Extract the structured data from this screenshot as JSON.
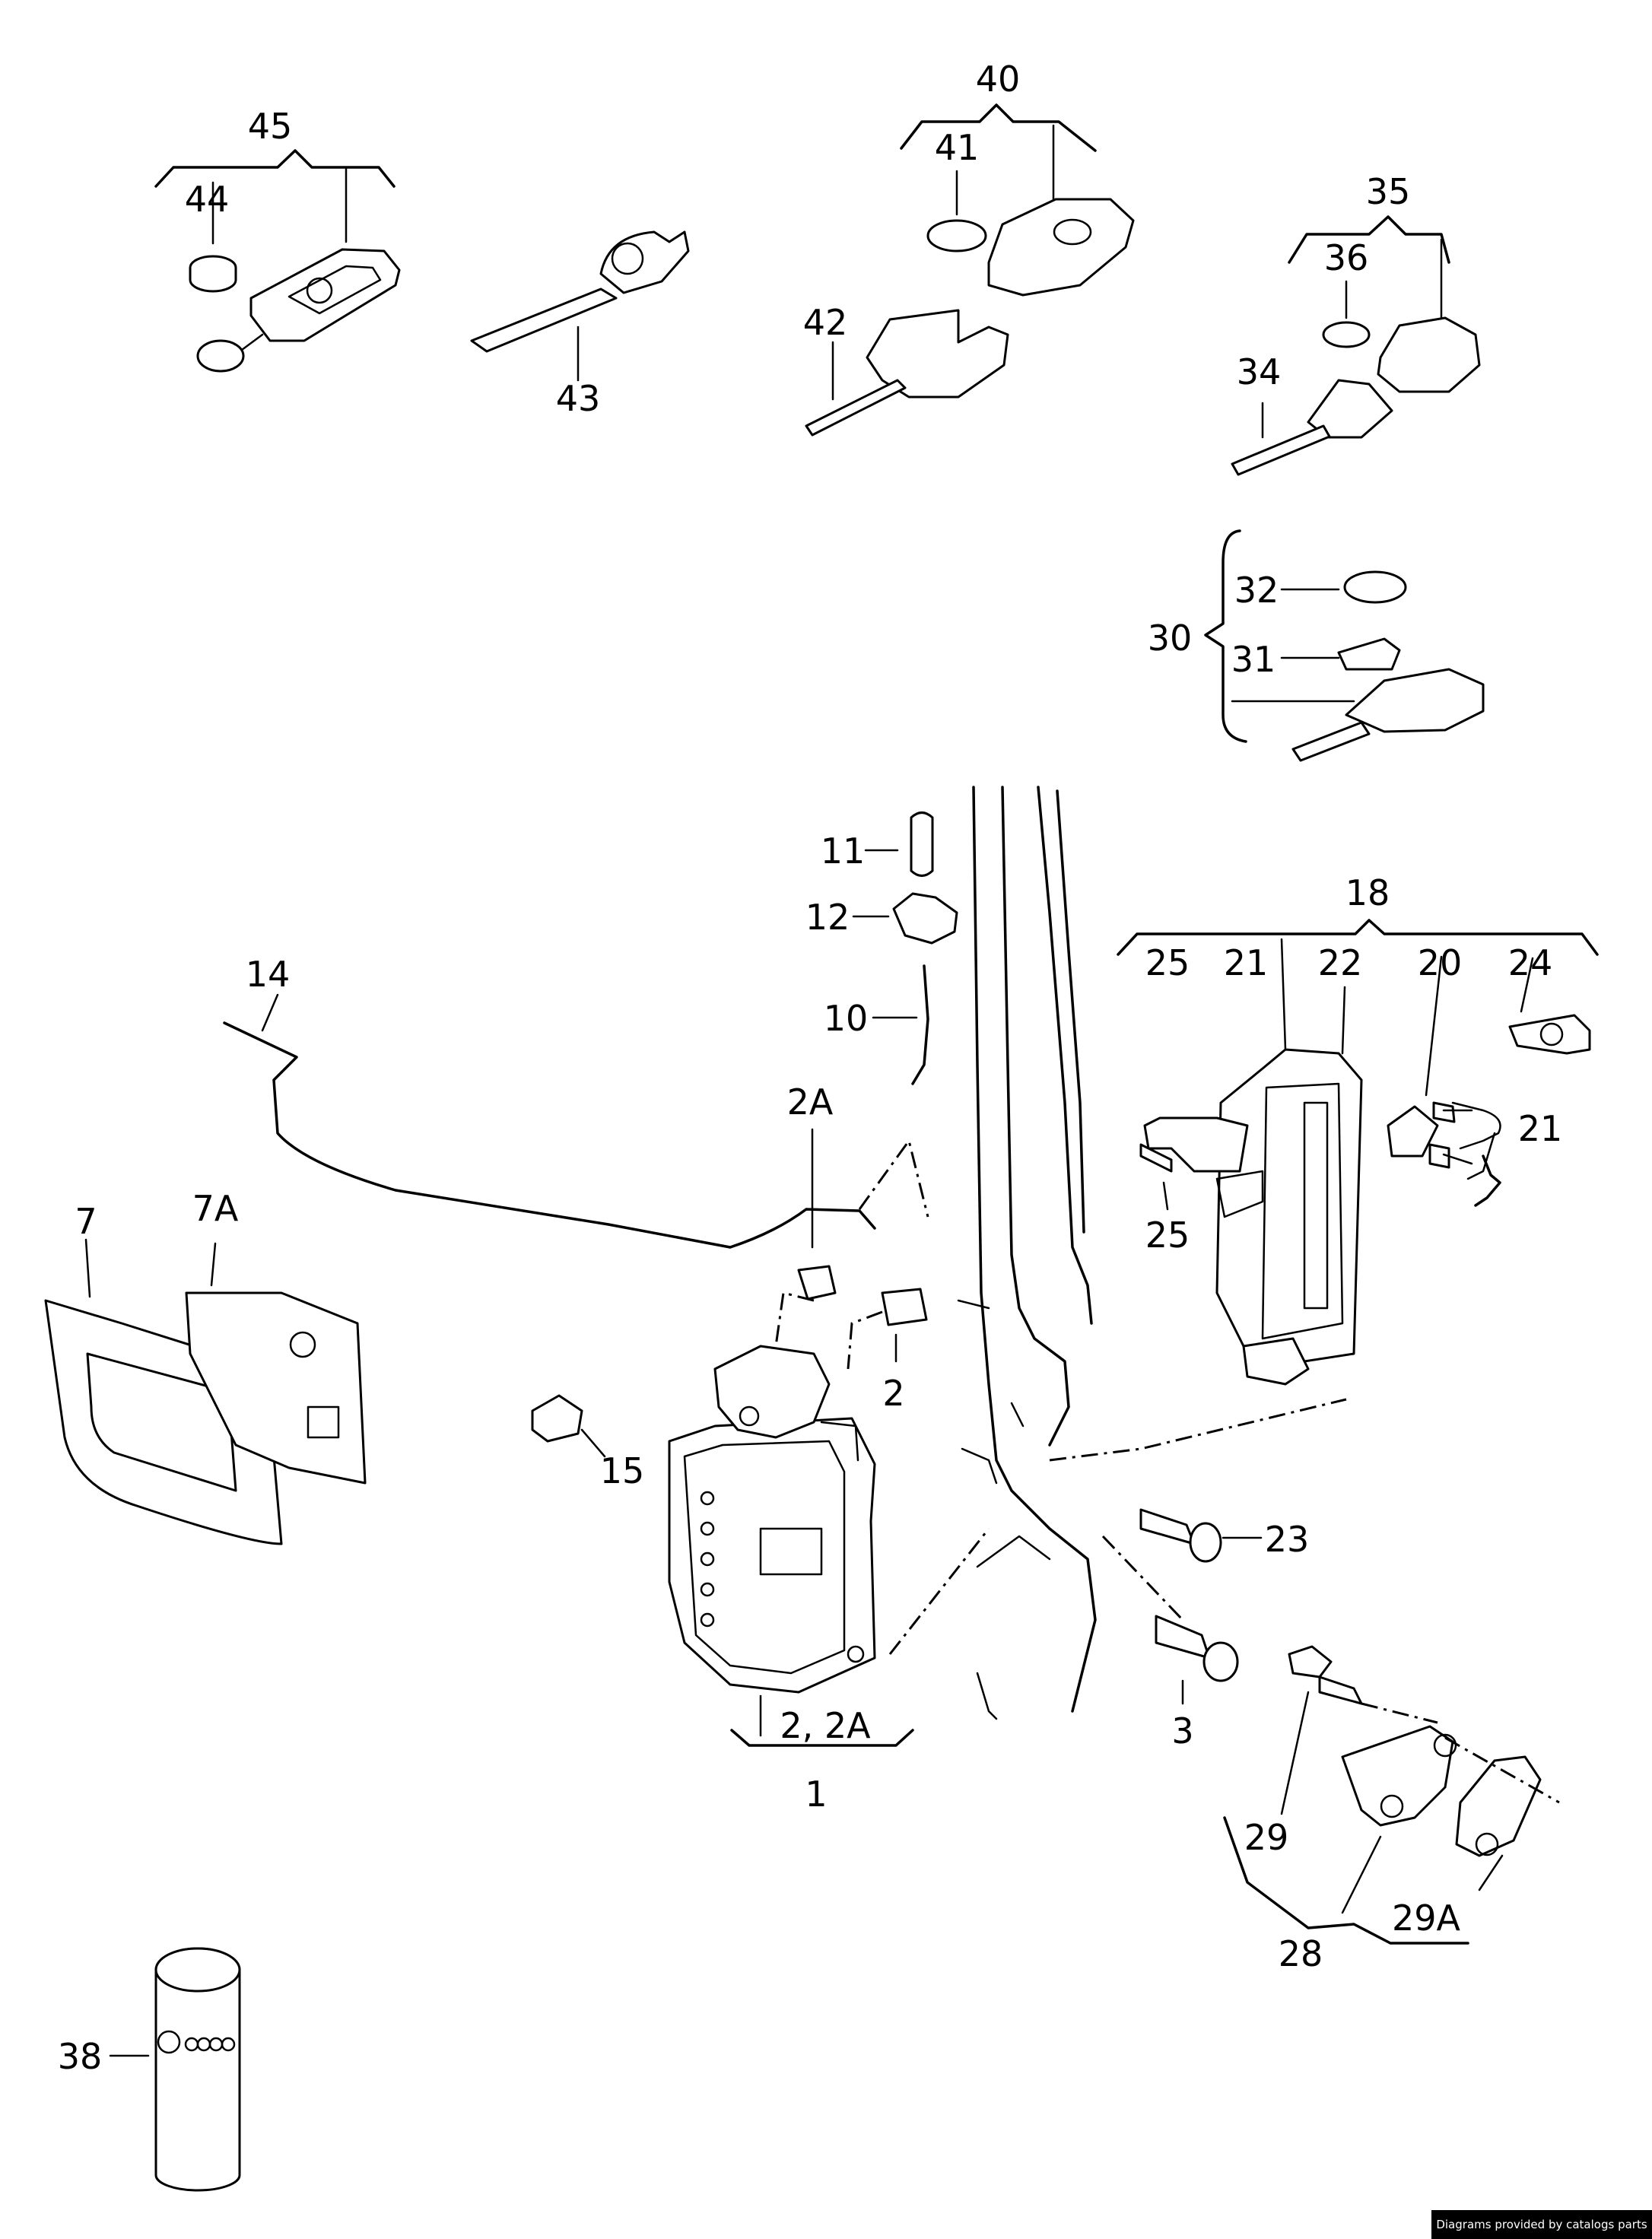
{
  "callouts": {
    "c45": "45",
    "c44": "44",
    "c43": "43",
    "c40": "40",
    "c41": "41",
    "c42": "42",
    "c35": "35",
    "c36": "36",
    "c34": "34",
    "c30": "30",
    "c32": "32",
    "c31": "31",
    "c11": "11",
    "c12": "12",
    "c10": "10",
    "c14": "14",
    "c2A": "2A",
    "c7": "7",
    "c7A": "7A",
    "c2": "2",
    "c15": "15",
    "c18": "18",
    "c25a": "25",
    "c21a": "21",
    "c22": "22",
    "c20": "20",
    "c24": "24",
    "c21b": "21",
    "c25b": "25",
    "c23": "23",
    "c3": "3",
    "c2_2A": "2, 2A",
    "c1": "1",
    "c29": "29",
    "c29A": "29A",
    "c28": "28",
    "c38": "38"
  },
  "credit": "Diagrams provided by catalogs parts"
}
